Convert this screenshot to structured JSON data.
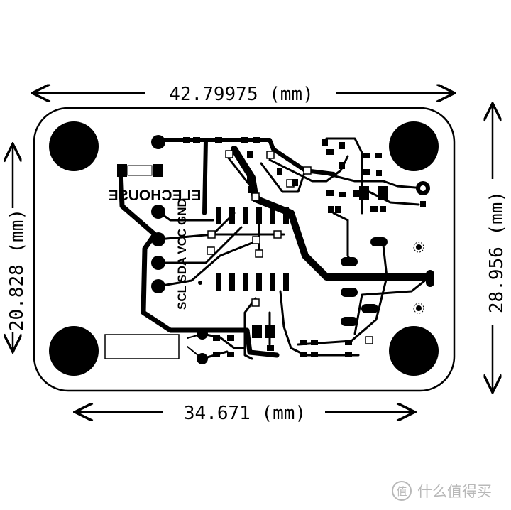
{
  "dimensions": {
    "top_width": "42.79975 (mm)",
    "bottom_width": "34.671 (mm)",
    "left_height": "20.828 (mm)",
    "right_height": "28.956 (mm)"
  },
  "silkscreen": {
    "brand": "ELECHOUSE",
    "pin_labels": "SCL SDA VCC GND"
  },
  "watermark": {
    "glyph": "值",
    "text": "什么值得买"
  },
  "colors": {
    "copper": "#000000",
    "board_outline": "#000000",
    "background": "#ffffff"
  }
}
